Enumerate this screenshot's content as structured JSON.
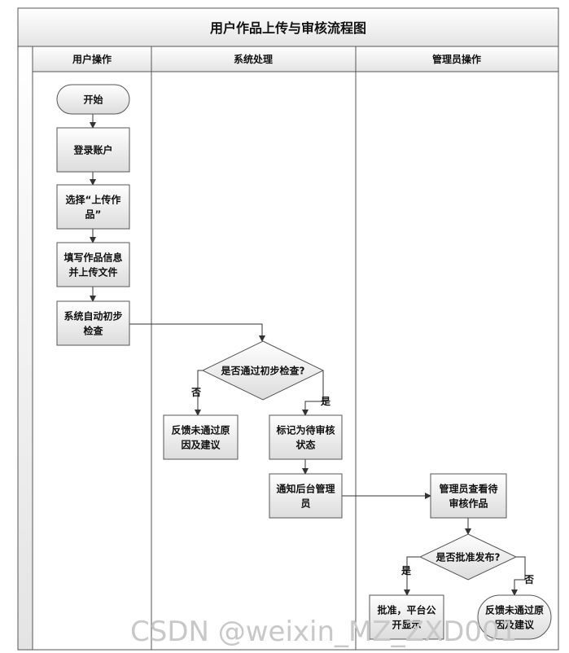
{
  "title": "用户作品上传与审核流程图",
  "lanes": [
    {
      "id": "user",
      "label": "用户操作"
    },
    {
      "id": "system",
      "label": "系统处理"
    },
    {
      "id": "admin",
      "label": "管理员操作"
    }
  ],
  "nodes": [
    {
      "id": "start",
      "type": "terminal",
      "lines": [
        "开始"
      ]
    },
    {
      "id": "login",
      "type": "process",
      "lines": [
        "登录账户"
      ]
    },
    {
      "id": "select",
      "type": "process",
      "lines": [
        "选择“上传作",
        "品”"
      ]
    },
    {
      "id": "fill",
      "type": "process",
      "lines": [
        "填写作品信息",
        "并上传文件"
      ]
    },
    {
      "id": "autocheck",
      "type": "process",
      "lines": [
        "系统自动初步",
        "检查"
      ]
    },
    {
      "id": "passcheck",
      "type": "decision",
      "lines": [
        "是否通过初步检查?"
      ]
    },
    {
      "id": "feedback1",
      "type": "process",
      "lines": [
        "反馈未通过原",
        "因及建议"
      ]
    },
    {
      "id": "mark",
      "type": "process",
      "lines": [
        "标记为待审核",
        "状态"
      ]
    },
    {
      "id": "notify",
      "type": "process",
      "lines": [
        "通知后台管理",
        "员"
      ]
    },
    {
      "id": "adminview",
      "type": "process",
      "lines": [
        "管理员查看待",
        "审核作品"
      ]
    },
    {
      "id": "approve",
      "type": "decision",
      "lines": [
        "是否批准发布?"
      ]
    },
    {
      "id": "publish",
      "type": "process",
      "lines": [
        "批准，平台公",
        "开显示"
      ]
    },
    {
      "id": "feedback2",
      "type": "terminal",
      "lines": [
        "反馈未通过原",
        "因及建议"
      ]
    }
  ],
  "edges": [
    {
      "from": "start",
      "to": "login",
      "label": ""
    },
    {
      "from": "login",
      "to": "select",
      "label": ""
    },
    {
      "from": "select",
      "to": "fill",
      "label": ""
    },
    {
      "from": "fill",
      "to": "autocheck",
      "label": ""
    },
    {
      "from": "autocheck",
      "to": "passcheck",
      "label": ""
    },
    {
      "from": "passcheck",
      "to": "feedback1",
      "label": "否"
    },
    {
      "from": "passcheck",
      "to": "mark",
      "label": "是"
    },
    {
      "from": "mark",
      "to": "notify",
      "label": ""
    },
    {
      "from": "notify",
      "to": "adminview",
      "label": ""
    },
    {
      "from": "adminview",
      "to": "approve",
      "label": ""
    },
    {
      "from": "approve",
      "to": "publish",
      "label": "是"
    },
    {
      "from": "approve",
      "to": "feedback2",
      "label": "否"
    }
  ],
  "watermark": "CSDN @weixin_MZ_ZXD001"
}
